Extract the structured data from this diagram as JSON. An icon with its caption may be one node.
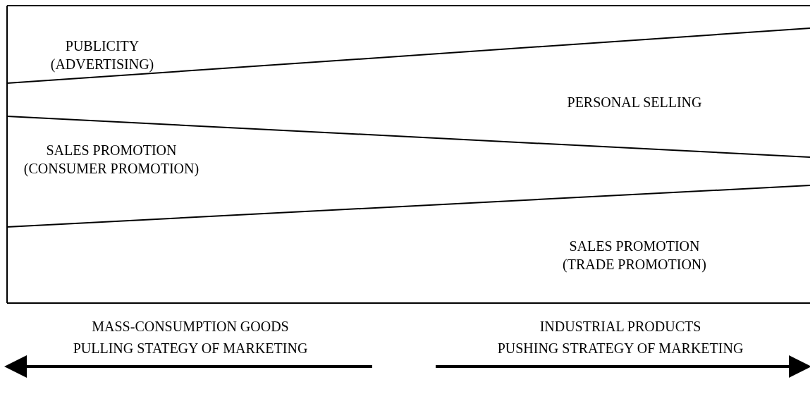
{
  "diagram": {
    "nodes": [
      {
        "text": [
          "PUBLICITY (ADVERTISING)"
        ]
      },
      {
        "text": [
          "PERSONAL SELLING"
        ]
      },
      {
        "text": [
          "SALES PROMOTION (CONSUMER PROMOTION)"
        ]
      },
      {
        "text": [
          "SALES PROMOTION (TRADE PROMOTION)"
        ]
      }
    ],
    "edges": [],
    "labels": [
      "MASS-CONSUMPTION GOODS",
      "PULLING STATEGY OF MARKETING",
      "INDUSTRIAL PRODUCTS",
      "PUSHING STRATEGY OF MARKETING"
    ]
  }
}
